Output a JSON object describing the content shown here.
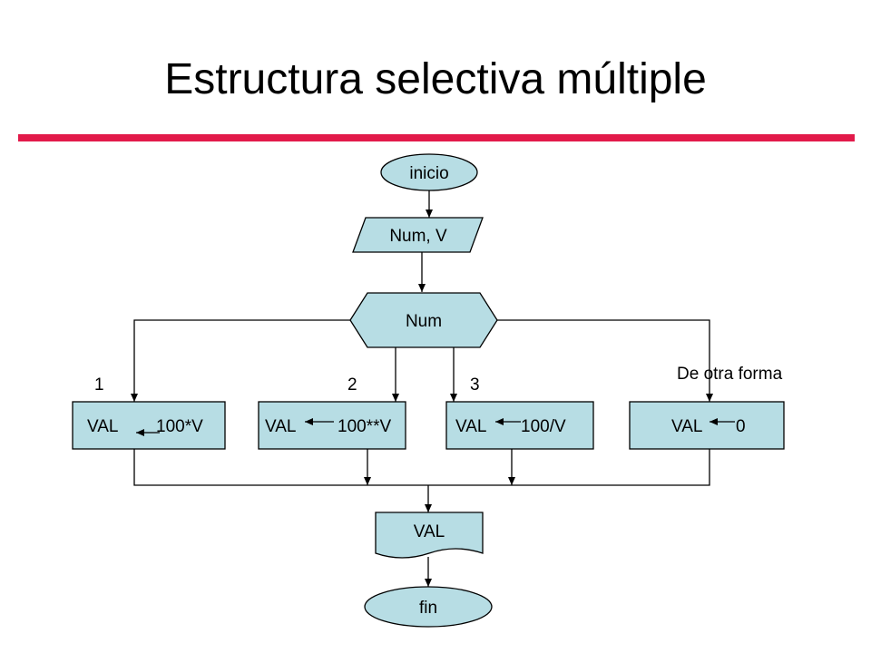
{
  "title": "Estructura selectiva múltiple",
  "colors": {
    "accent_rule": "#e21a4a",
    "shape_fill": "#b7dde4",
    "stroke": "#000000"
  },
  "flowchart": {
    "start": "inicio",
    "input": "Num, V",
    "decision": "Num",
    "branch_labels": [
      "1",
      "2",
      "3",
      "De otra forma"
    ],
    "cases": [
      {
        "target": "VAL",
        "value": "100*V"
      },
      {
        "target": "VAL",
        "value": "100**V"
      },
      {
        "target": "VAL",
        "value": "100/V"
      },
      {
        "target": "VAL",
        "value": "0"
      }
    ],
    "output": "VAL",
    "end": "fin"
  }
}
